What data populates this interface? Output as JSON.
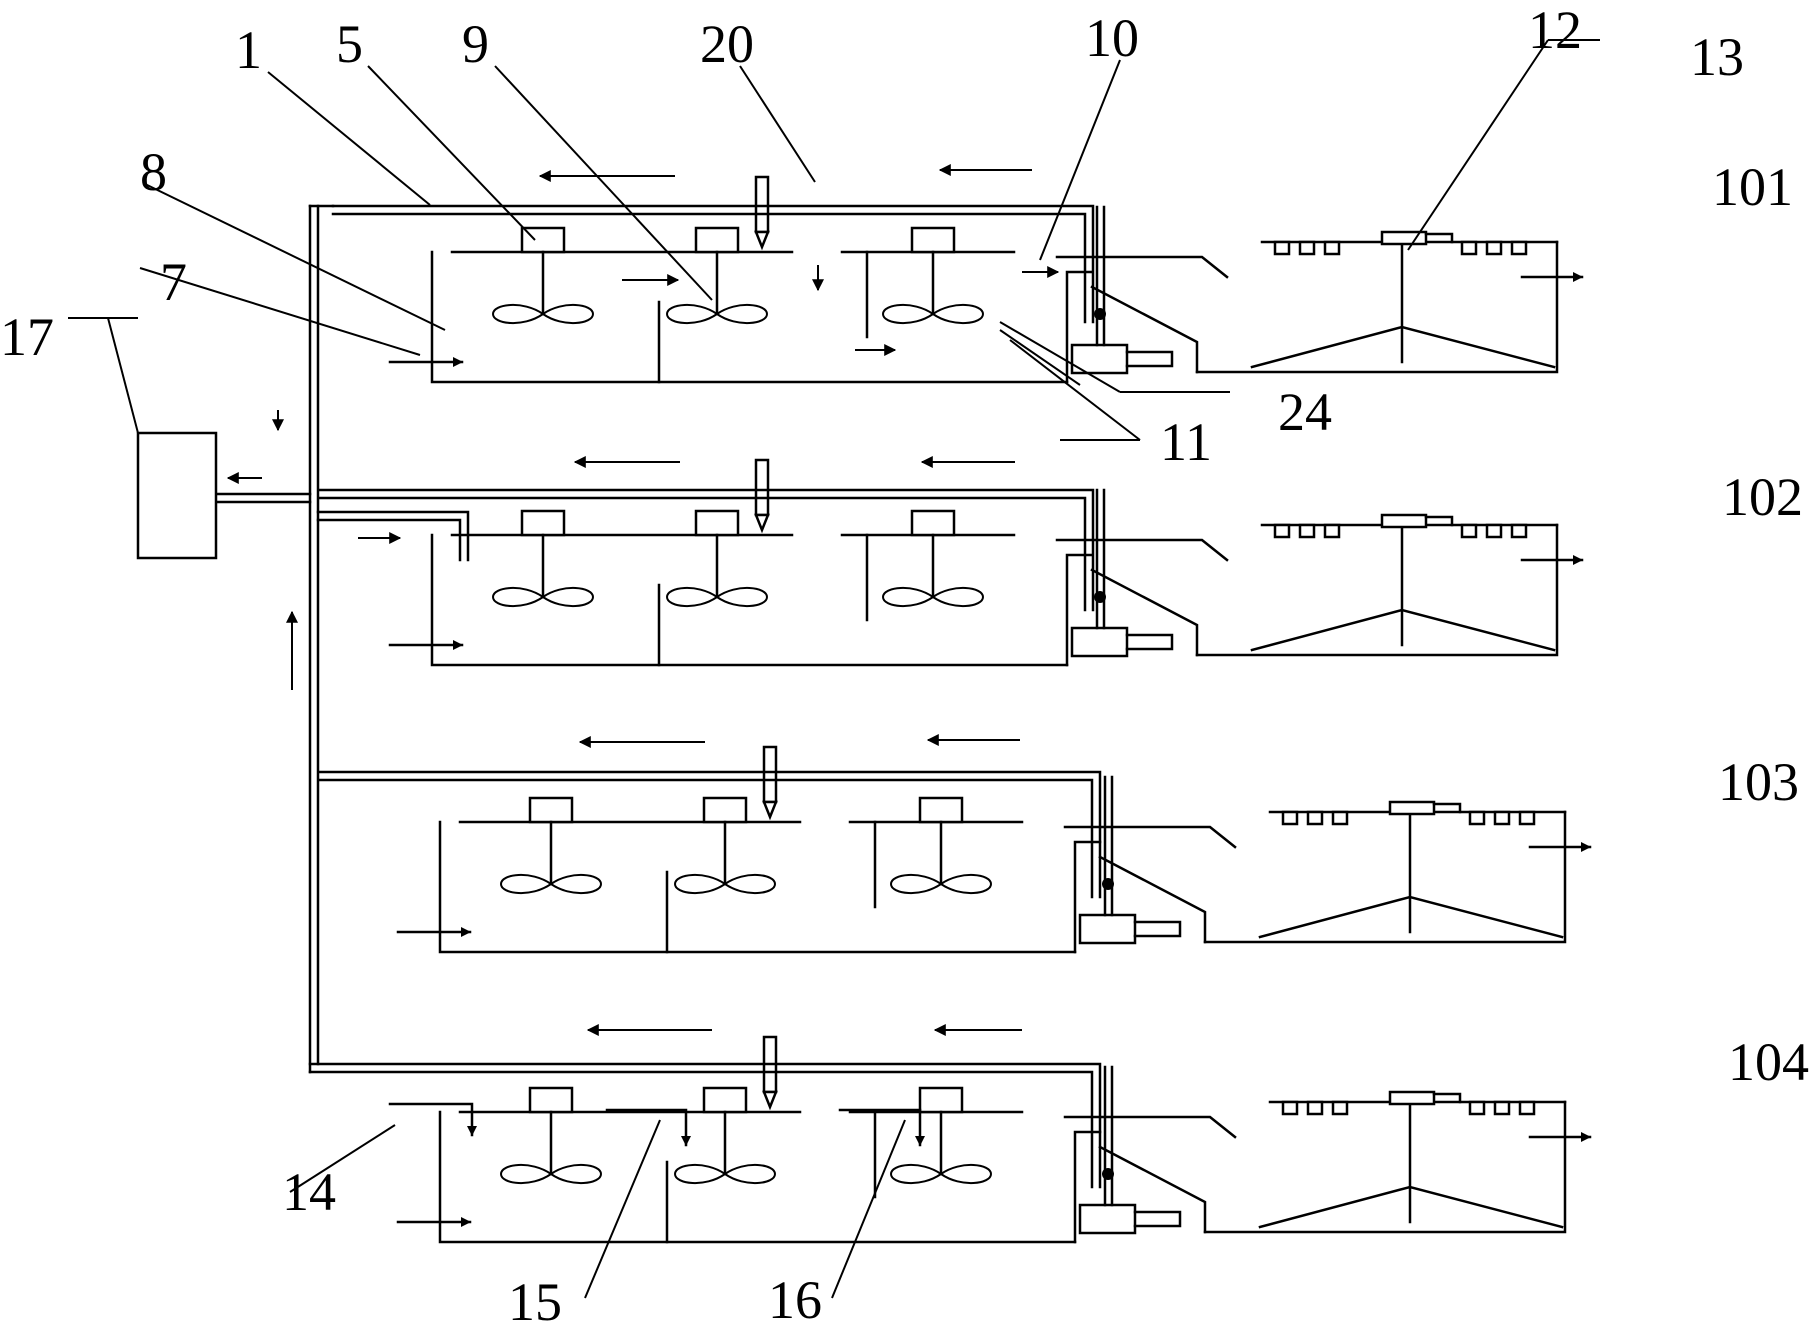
{
  "labels": {
    "l1": "1",
    "l5": "5",
    "l9": "9",
    "l20": "20",
    "l10": "10",
    "l12": "12",
    "l13": "13",
    "l101": "101",
    "l8": "8",
    "l7": "7",
    "l17": "17",
    "l24": "24",
    "l11": "11",
    "l102": "102",
    "l103": "103",
    "l104": "104",
    "l14": "14",
    "l15": "15",
    "l16": "16"
  },
  "units": [
    {
      "id": "101"
    },
    {
      "id": "102"
    },
    {
      "id": "103"
    },
    {
      "id": "104"
    }
  ]
}
